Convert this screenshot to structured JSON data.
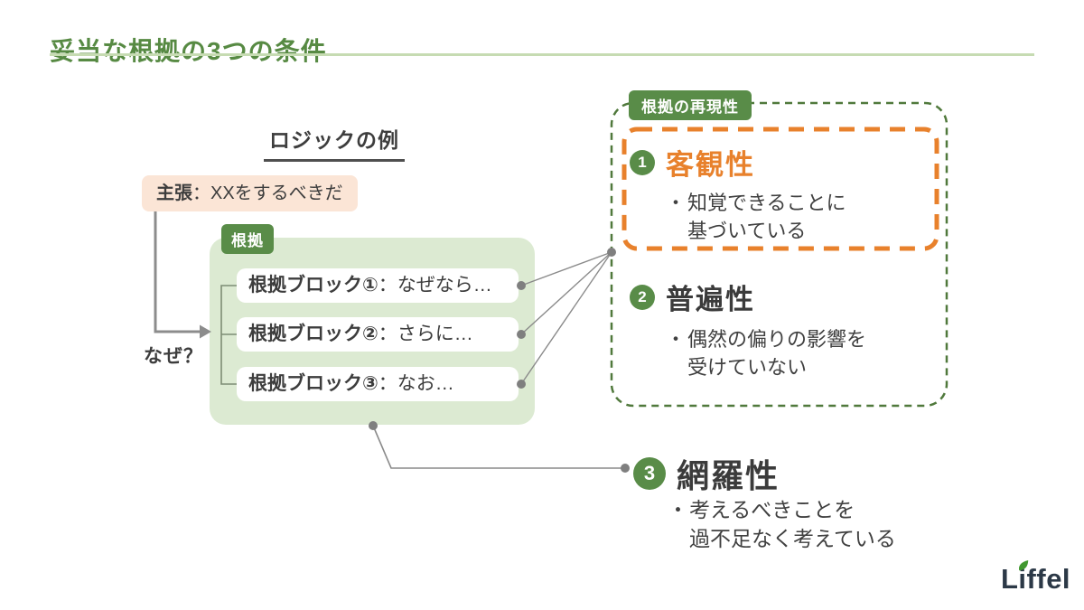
{
  "page": {
    "title": "妥当な根拠の3つの条件"
  },
  "logic_example": {
    "heading": "ロジックの例",
    "claim": {
      "label": "主張",
      "text": "：XXをするべきだ"
    },
    "why_label": "なぜ？",
    "evidence_label": "根拠",
    "blocks": [
      {
        "label": "根拠ブロック①",
        "text": "：なぜなら…"
      },
      {
        "label": "根拠ブロック②",
        "text": "：さらに…"
      },
      {
        "label": "根拠ブロック③",
        "text": "：なお…"
      }
    ]
  },
  "conditions": {
    "badge": "根拠の再現性",
    "bullet_marker": "・",
    "items": [
      {
        "number": "1",
        "title": "客観性",
        "lines": [
          "知覚できることに",
          "基づいている"
        ]
      },
      {
        "number": "2",
        "title": "普遍性",
        "lines": [
          "偶然の偏りの影響を",
          "受けていない"
        ]
      },
      {
        "number": "3",
        "title": "網羅性",
        "lines": [
          "考えるべきことを",
          "過不足なく考えている"
        ]
      }
    ]
  },
  "logo": {
    "text": "Liffel"
  },
  "colors": {
    "title_green": "#578a43",
    "accent_green": "#598c48",
    "dashed_green": "#50793c",
    "accent_orange": "#e8812c",
    "container_green": "#dcead2",
    "claim_peach": "#fbe5d6",
    "underline_green": "#c6dbb2",
    "text_dark": "#3d3d3d",
    "line_gray": "#858585",
    "logo_navy": "#2c3947"
  }
}
